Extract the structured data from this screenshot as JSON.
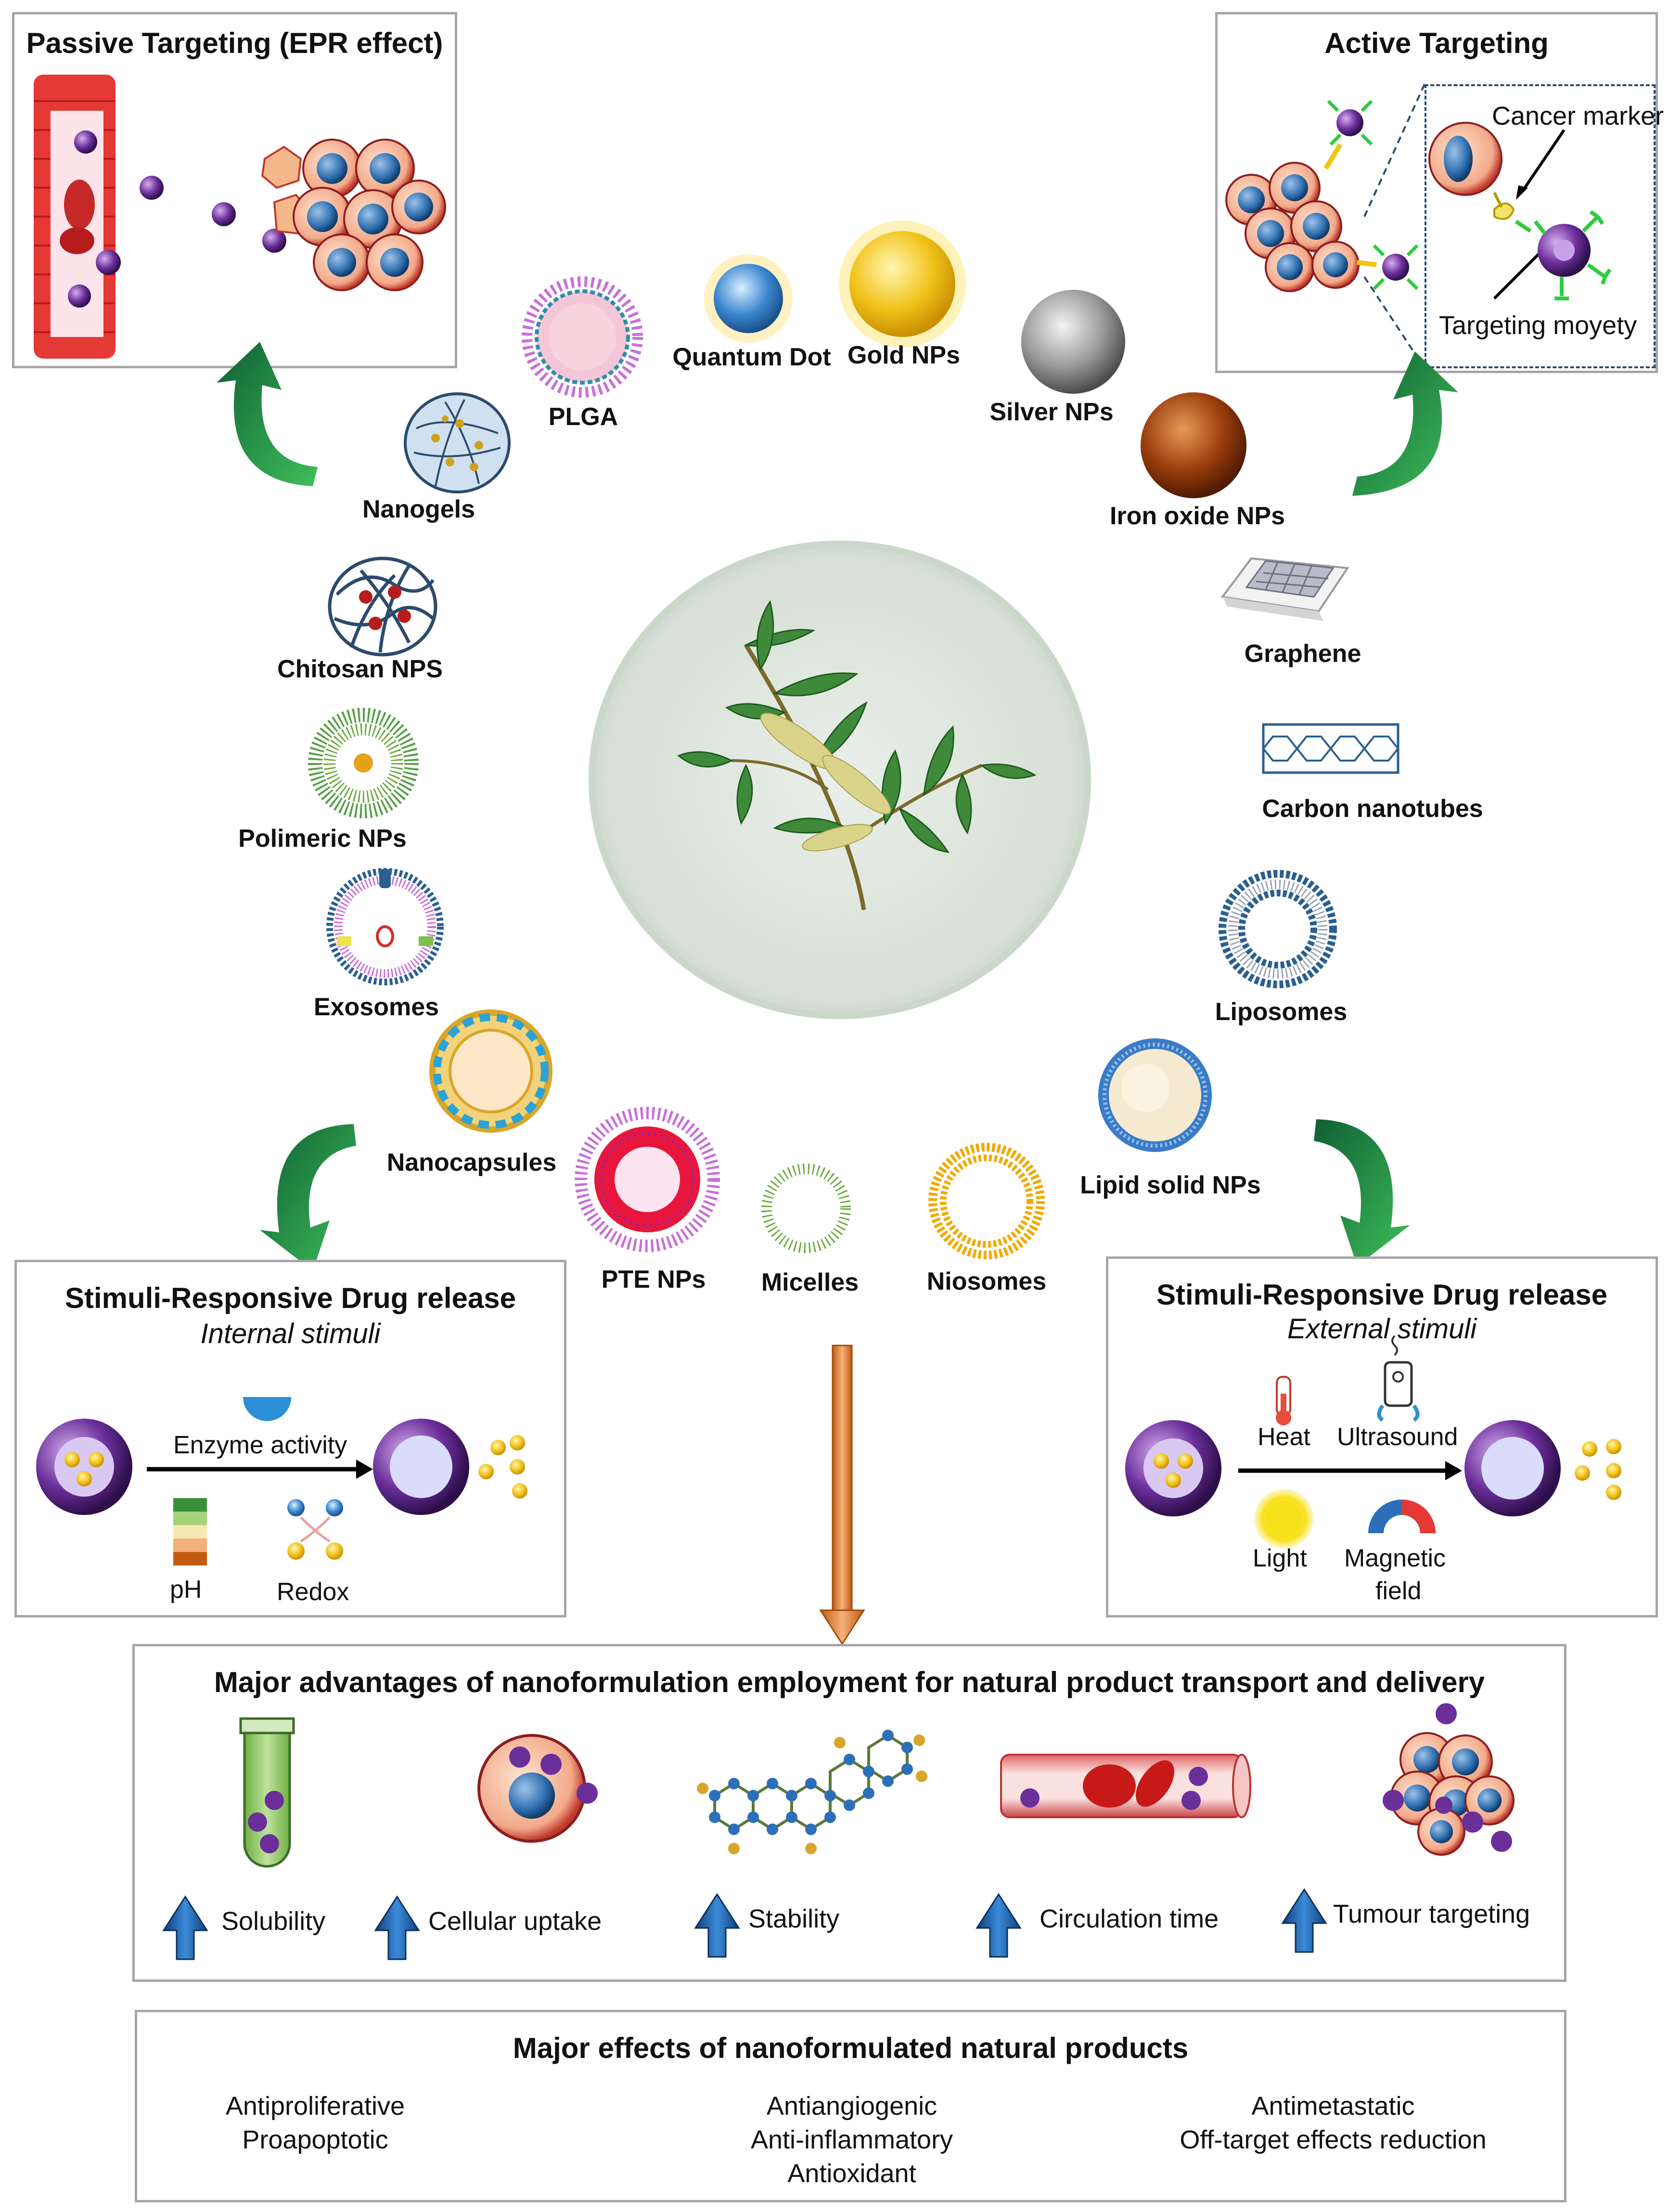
{
  "passive": {
    "title": "Passive Targeting (EPR effect)"
  },
  "active": {
    "title": "Active Targeting",
    "cancer_marker": "Cancer marker",
    "targeting_moyety": "Targeting moyety"
  },
  "center": {
    "image": "plant-branch-illustration"
  },
  "nanoparticles": {
    "plga": "PLGA",
    "quantum_dot": "Quantum Dot",
    "gold": "Gold  NPs",
    "silver": "Silver  NPs",
    "iron_oxide": "Iron oxide NPs",
    "graphene": "Graphene",
    "carbon_nanotubes": "Carbon nanotubes",
    "liposomes": "Liposomes",
    "lipid_solid": "Lipid solid NPs",
    "niosomes": "Niosomes",
    "micelles": "Micelles",
    "pte": "PTE NPs",
    "nanocapsules": "Nanocapsules",
    "exosomes": "Exosomes",
    "polimeric": "Polimeric  NPs",
    "chitosan": "Chitosan NPS",
    "nanogels": "Nanogels"
  },
  "internal": {
    "title": "Stimuli-Responsive Drug release",
    "subtitle": "Internal stimuli",
    "enzyme": "Enzyme activity",
    "ph": "pH",
    "redox": "Redox"
  },
  "external": {
    "title": "Stimuli-Responsive Drug release",
    "subtitle": "External stimuli",
    "heat": "Heat",
    "ultrasound": "Ultrasound",
    "light": "Light",
    "magnetic_1": "Magnetic",
    "magnetic_2": "field"
  },
  "advantages": {
    "title": "Major advantages of nanoformulation employment for natural product transport and delivery",
    "items": [
      "Solubility",
      "Cellular uptake",
      "Stability",
      "Circulation time",
      "Tumour targeting"
    ]
  },
  "effects": {
    "title": "Major effects of nanoformulated natural products",
    "col1": [
      "Antiproliferative",
      "Proapoptotic"
    ],
    "col2": [
      "Antiangiogenic",
      "Anti-inflammatory",
      "Antioxidant"
    ],
    "col3": [
      "Antimetastatic",
      "Off-target effects reduction"
    ]
  },
  "colors": {
    "arrow_green": "#1e8a3e",
    "arrow_orange": "#d97a2b",
    "blue_arrow": "#1f5fa8",
    "box_border": "#a6a6a6"
  }
}
